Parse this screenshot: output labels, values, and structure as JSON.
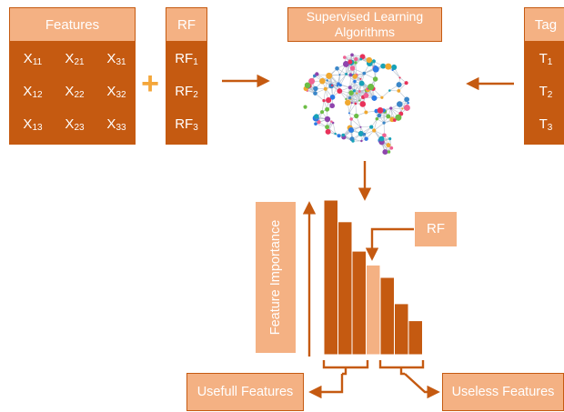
{
  "features": {
    "header": "Features",
    "cells": [
      {
        "base": "X",
        "sub": "11"
      },
      {
        "base": "X",
        "sub": "21"
      },
      {
        "base": "X",
        "sub": "31"
      },
      {
        "base": "X",
        "sub": "12"
      },
      {
        "base": "X",
        "sub": "22"
      },
      {
        "base": "X",
        "sub": "32"
      },
      {
        "base": "X",
        "sub": "13"
      },
      {
        "base": "X",
        "sub": "23"
      },
      {
        "base": "X",
        "sub": "33"
      }
    ]
  },
  "plus_symbol": "+",
  "rf_table": {
    "header": "RF",
    "cells": [
      {
        "base": "RF",
        "sub": "1"
      },
      {
        "base": "RF",
        "sub": "2"
      },
      {
        "base": "RF",
        "sub": "3"
      }
    ]
  },
  "algorithms": {
    "title": "Supervised Learning Algorithms"
  },
  "tag_table": {
    "header": "Tag",
    "cells": [
      {
        "base": "T",
        "sub": "1"
      },
      {
        "base": "T",
        "sub": "2"
      },
      {
        "base": "T",
        "sub": "3"
      }
    ]
  },
  "axis_label": "Feature Importance",
  "rf_marker": "RF",
  "useful_label": "Usefull Features",
  "useless_label": "Useless Features",
  "importance_bars": [
    1.0,
    0.86,
    0.67,
    0.58,
    0.5,
    0.33,
    0.22
  ],
  "rf_bar_index": 3,
  "colors": {
    "dark": "#c55a11",
    "light": "#f4b183",
    "plus": "#f4a63a",
    "arrow": "#c55a11"
  },
  "icons": {
    "brain": "brain-network-icon"
  }
}
